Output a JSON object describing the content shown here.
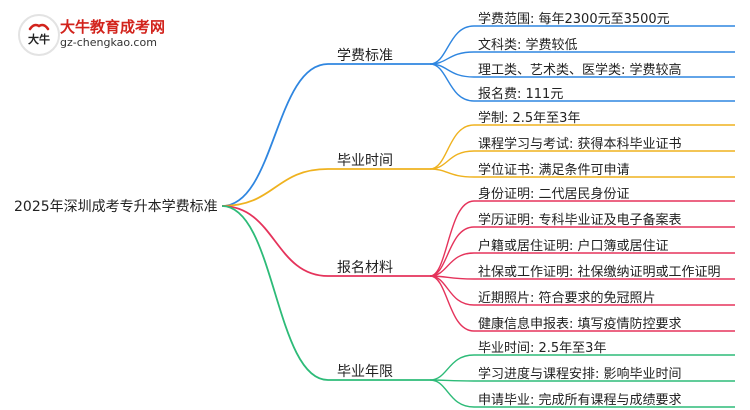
{
  "logo": {
    "title": "大牛教育成考网",
    "url": "gz-chengkao.com",
    "badge_text": "大牛"
  },
  "root": {
    "label": "2025年深圳成考专升本学费标准"
  },
  "colors": {
    "branch0": "#2f86e0",
    "branch1": "#efb21f",
    "branch2": "#e5335b",
    "branch3": "#2dbb78"
  },
  "branches": [
    {
      "label": "学费标准",
      "leaves": [
        "学费范围: 每年2300元至3500元",
        "文科类: 学费较低",
        "理工类、艺术类、医学类: 学费较高",
        "报名费: 111元"
      ]
    },
    {
      "label": "毕业时间",
      "leaves": [
        "学制: 2.5年至3年",
        "课程学习与考试: 获得本科毕业证书",
        "学位证书: 满足条件可申请"
      ]
    },
    {
      "label": "报名材料",
      "leaves": [
        "身份证明: 二代居民身份证",
        "学历证明: 专科毕业证及电子备案表",
        "户籍或居住证明: 户口簿或居住证",
        "社保或工作证明: 社保缴纳证明或工作证明",
        "近期照片: 符合要求的免冠照片",
        "健康信息申报表: 填写疫情防控要求"
      ]
    },
    {
      "label": "毕业年限",
      "leaves": [
        "毕业时间: 2.5年至3年",
        "学习进度与课程安排: 影响毕业时间",
        "申请毕业: 完成所有课程与成绩要求"
      ]
    }
  ]
}
